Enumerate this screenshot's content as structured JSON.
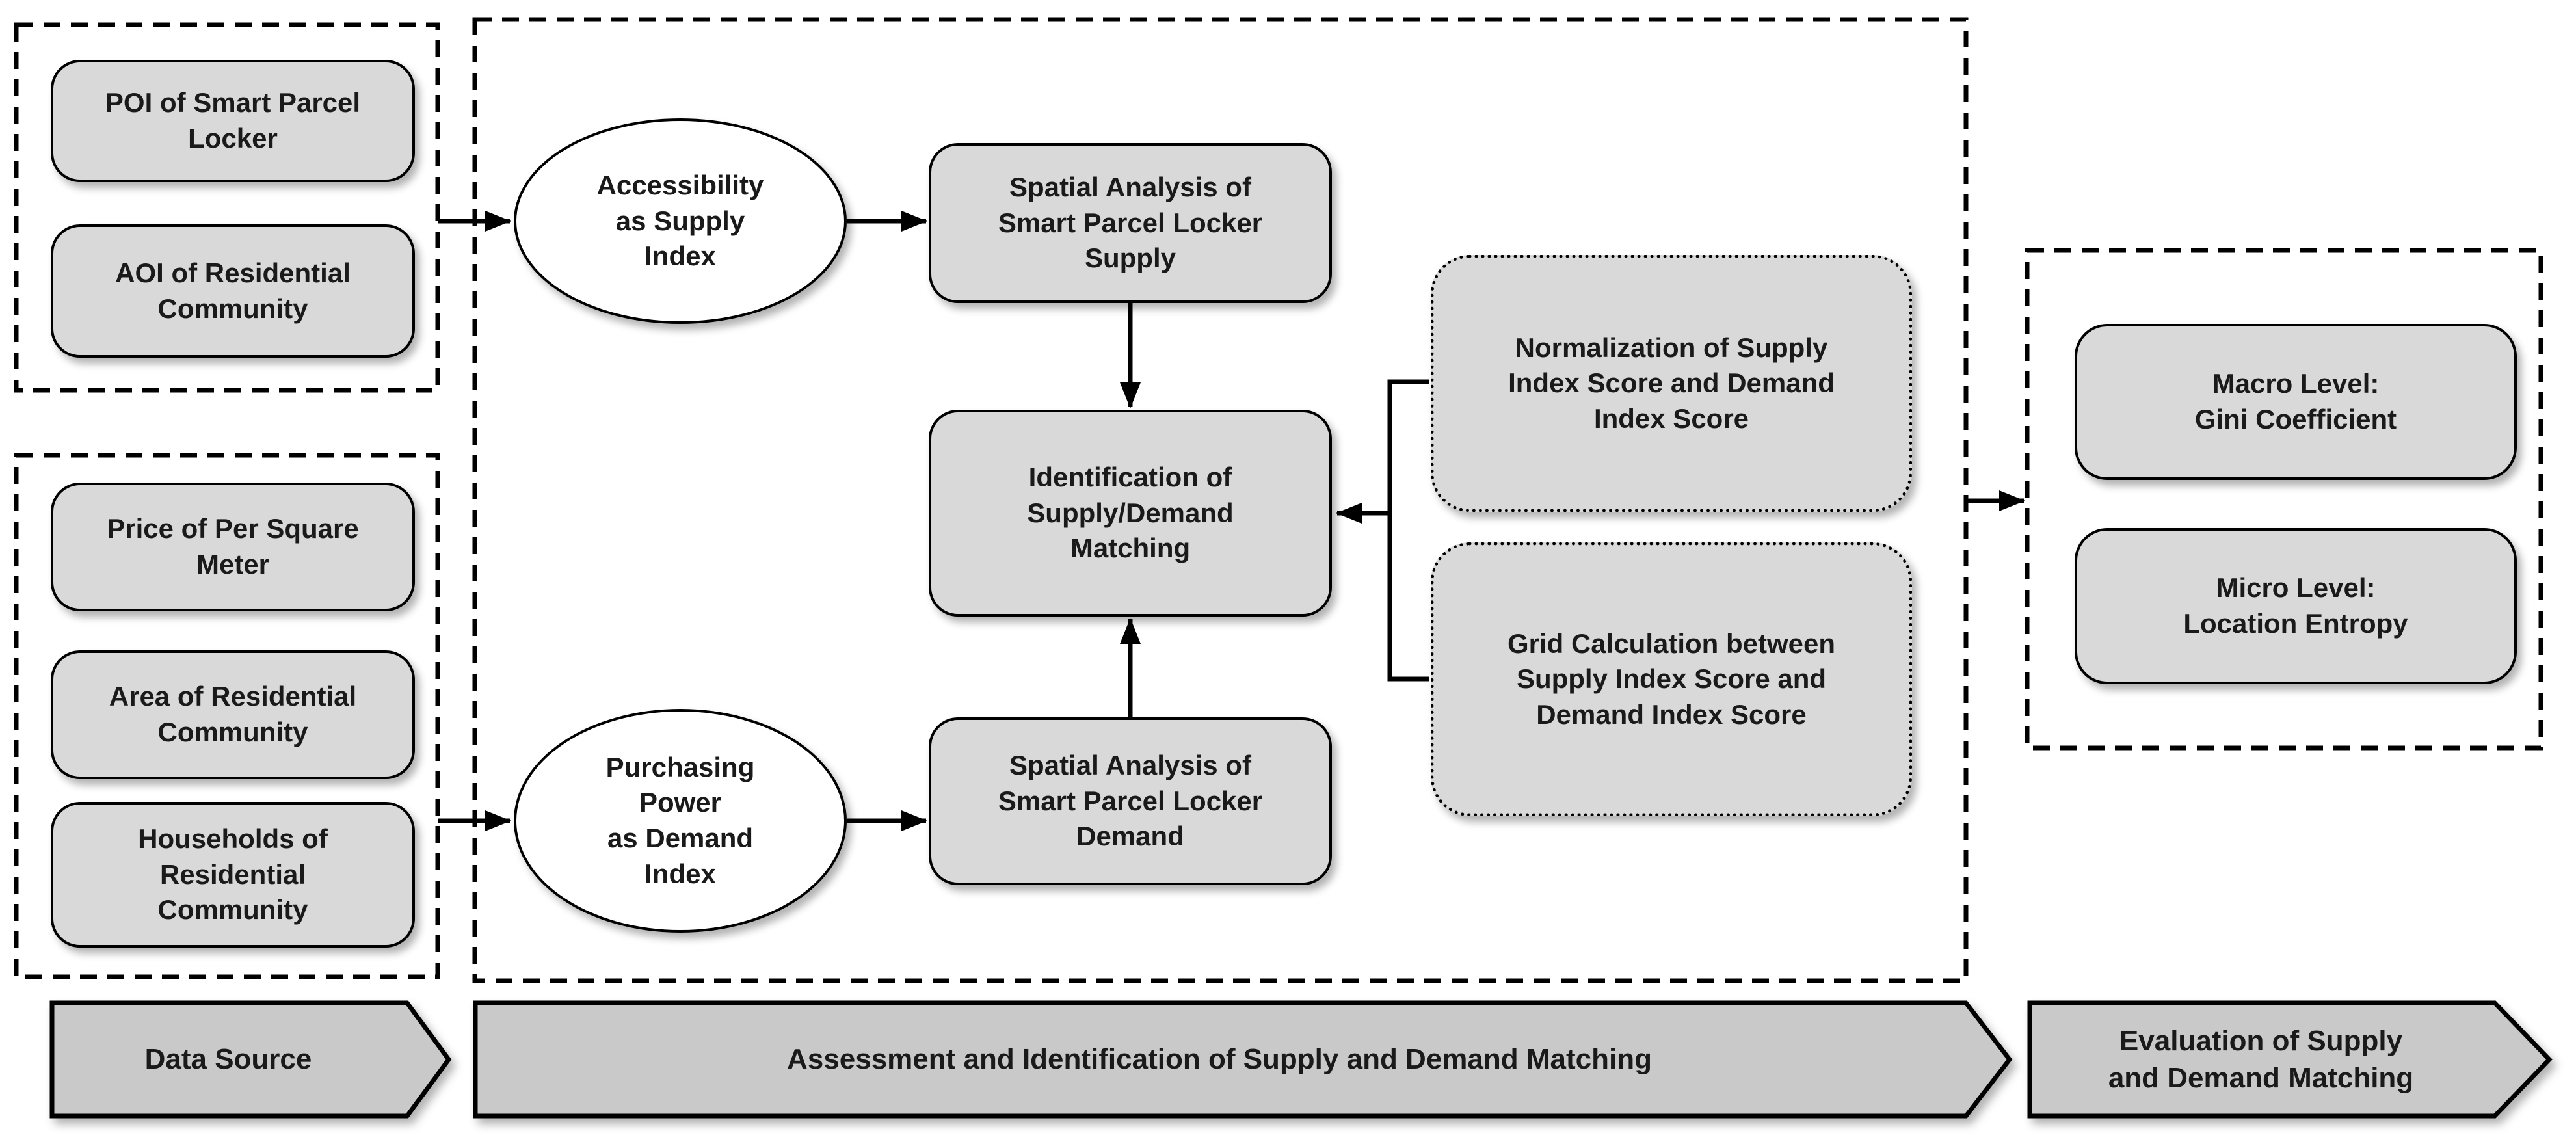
{
  "lanes": {
    "data_source": {
      "banner_label": "Data Source",
      "boxes": {
        "poi": "POI of Smart Parcel\nLocker",
        "aoi": "AOI of Residential\nCommunity",
        "price": "Price of Per Square\nMeter",
        "area": "Area of Residential\nCommunity",
        "households": "Households of\nResidential\nCommunity"
      }
    },
    "assessment": {
      "banner_label": "Assessment and Identification of Supply and Demand Matching",
      "ellipses": {
        "supply_index": "Accessibility\nas Supply\nIndex",
        "demand_index": "Purchasing\nPower\nas Demand\nIndex"
      },
      "boxes": {
        "spatial_supply": "Spatial Analysis of\nSmart Parcel Locker\nSupply",
        "identification": "Identification of\nSupply/Demand\nMatching",
        "spatial_demand": "Spatial Analysis of\nSmart Parcel Locker\nDemand",
        "normalization": "Normalization of Supply\nIndex Score and Demand\nIndex Score",
        "grid_calculation": "Grid Calculation between\nSupply Index Score and\nDemand Index Score"
      }
    },
    "evaluation": {
      "banner_label": "Evaluation of Supply\nand Demand Matching",
      "boxes": {
        "macro": "Macro Level:\nGini Coefficient",
        "micro": "Micro Level:\nLocation Entropy"
      }
    }
  },
  "colors": {
    "node_fill": "#d9d9d9",
    "banner_fill": "#c9c9c9",
    "ellipse_fill": "#ffffff",
    "outline": "#000000",
    "text": "#1a1a1a",
    "background": "#ffffff"
  }
}
